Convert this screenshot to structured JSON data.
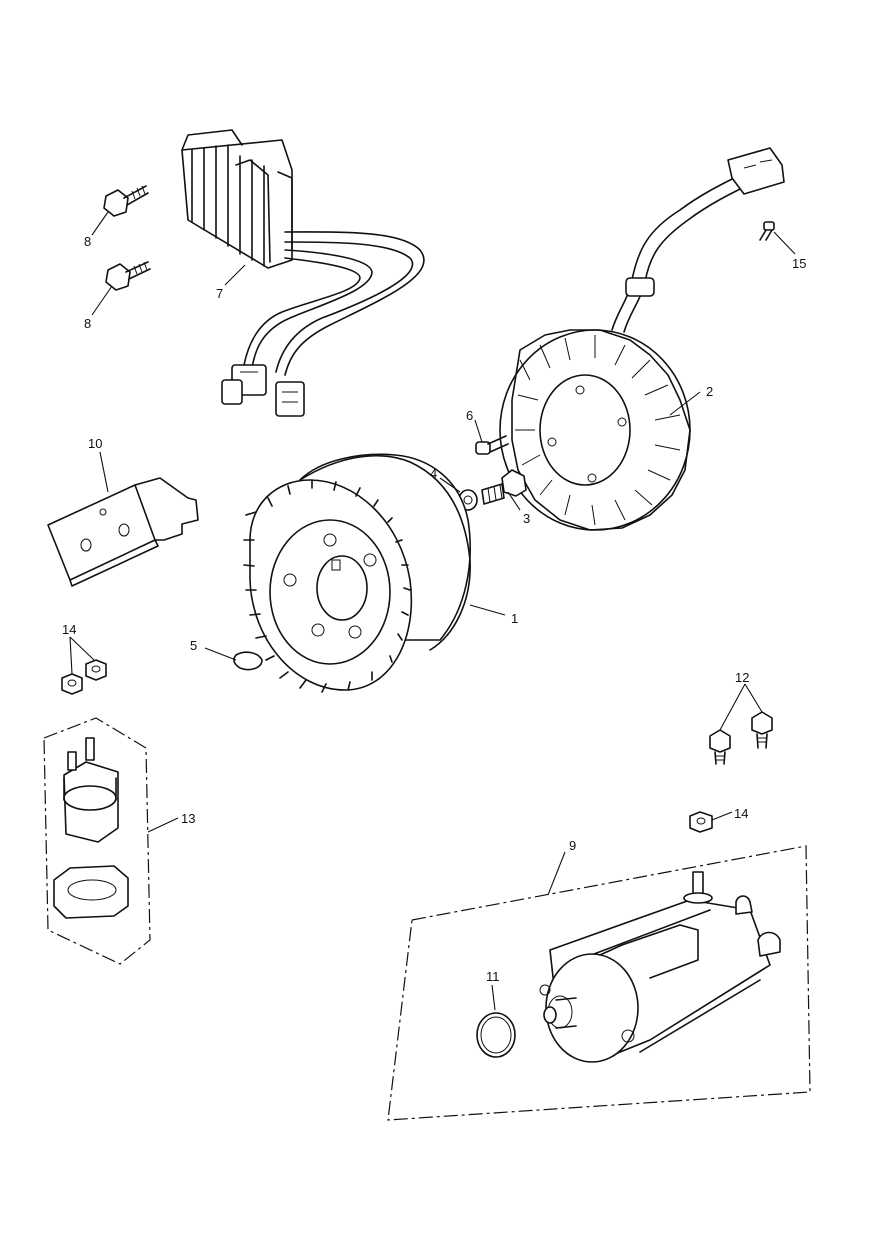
{
  "callouts": {
    "c1": "1",
    "c2": "2",
    "c3": "3",
    "c4": "4",
    "c5": "5",
    "c6": "6",
    "c7": "7",
    "c8a": "8",
    "c8b": "8",
    "c9": "9",
    "c10": "10",
    "c11": "11",
    "c12": "12",
    "c13": "13",
    "c14a": "14",
    "c14b": "14",
    "c15": "15"
  }
}
